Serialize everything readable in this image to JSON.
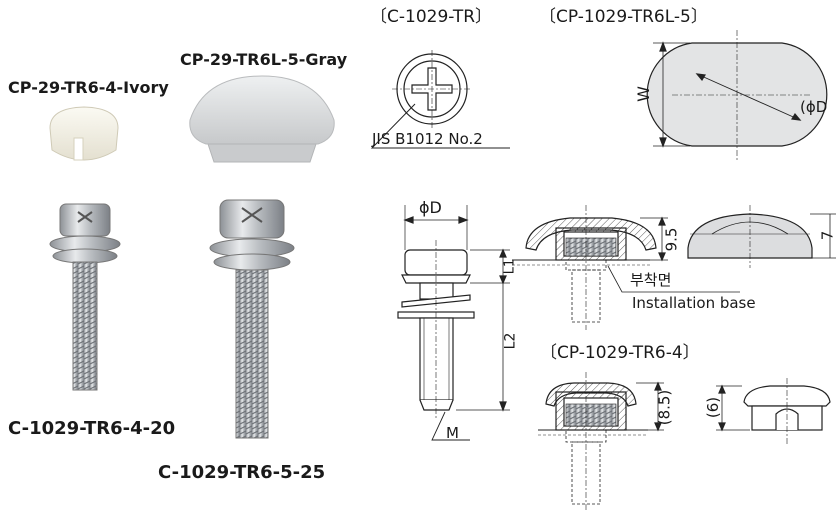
{
  "photos": {
    "cap_small": "CP-29-TR6-4-Ivory",
    "cap_large": "CP-29-TR6L-5-Gray",
    "screw_short": "C-1029-TR6-4-20",
    "screw_long": "C-1029-TR6-5-25"
  },
  "drawings": {
    "head_view_title": "〔C-1029-TR〕",
    "head_std": "JIS B1012 No.2",
    "cap_l_title": "〔CP-1029-TR6L-5〕",
    "dim_w": "W",
    "dim_phi_trunc": "(ϕD",
    "screw_phi_d": "ϕD",
    "screw_l1": "L1",
    "screw_l2": "L2",
    "screw_m": "M",
    "dim_9_5": "9.5",
    "dim_7": "7",
    "base_kr": "부착면",
    "base_en": "Installation base",
    "cap_s_title": "〔CP-1029-TR6-4〕",
    "dim_8_5": "(8.5)",
    "dim_6": "(6)"
  },
  "colors": {
    "ivory": "#efece0",
    "gray": "#d9dadb",
    "steel": "#b9bcbf",
    "line": "#222222"
  }
}
